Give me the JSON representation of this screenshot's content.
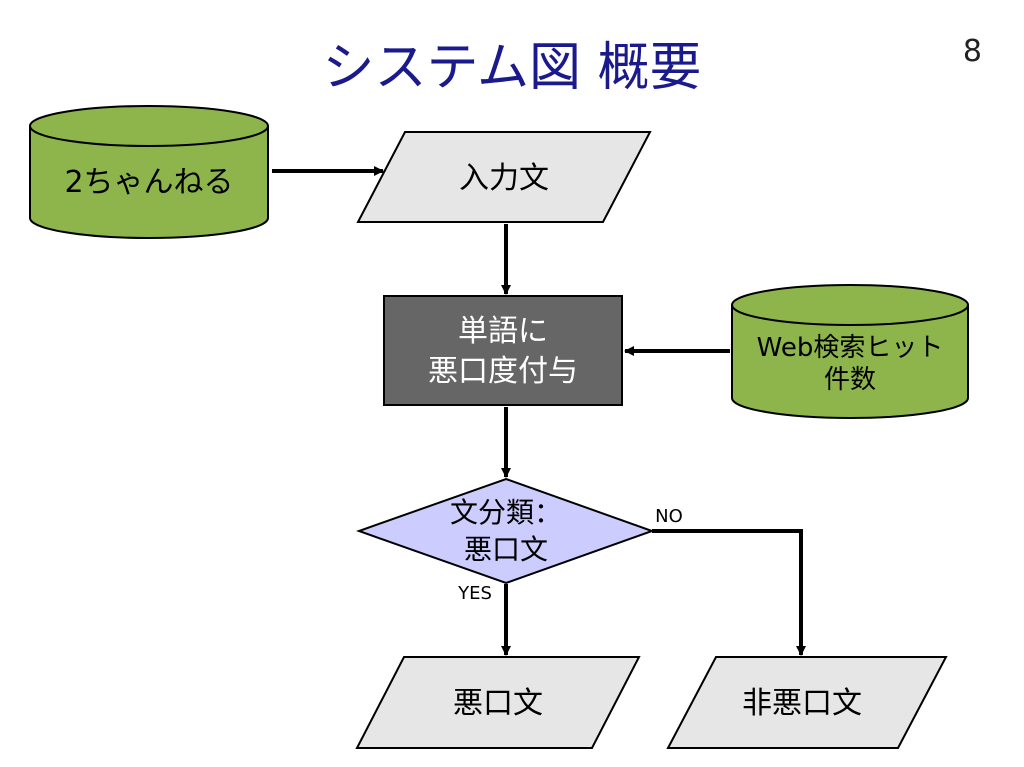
{
  "slide": {
    "title": "システム図 概要",
    "page_number": "8"
  },
  "diagram": {
    "source_2ch": "2ちゃんねる",
    "input": "入力文",
    "process": [
      "単語に",
      "悪口度付与"
    ],
    "source_web": [
      "Web検索ヒット",
      "件数"
    ],
    "decision": [
      "文分類：",
      "悪口文"
    ],
    "yes_label": "YES",
    "no_label": "NO",
    "output_yes": "悪口文",
    "output_no": "非悪口文"
  },
  "colors": {
    "title": "#1a1a8c",
    "database_fill": "#8db54b",
    "io_fill": "#e6e6e6",
    "process_fill": "#666666",
    "decision_fill": "#ccccff",
    "arrow": "#000000"
  }
}
